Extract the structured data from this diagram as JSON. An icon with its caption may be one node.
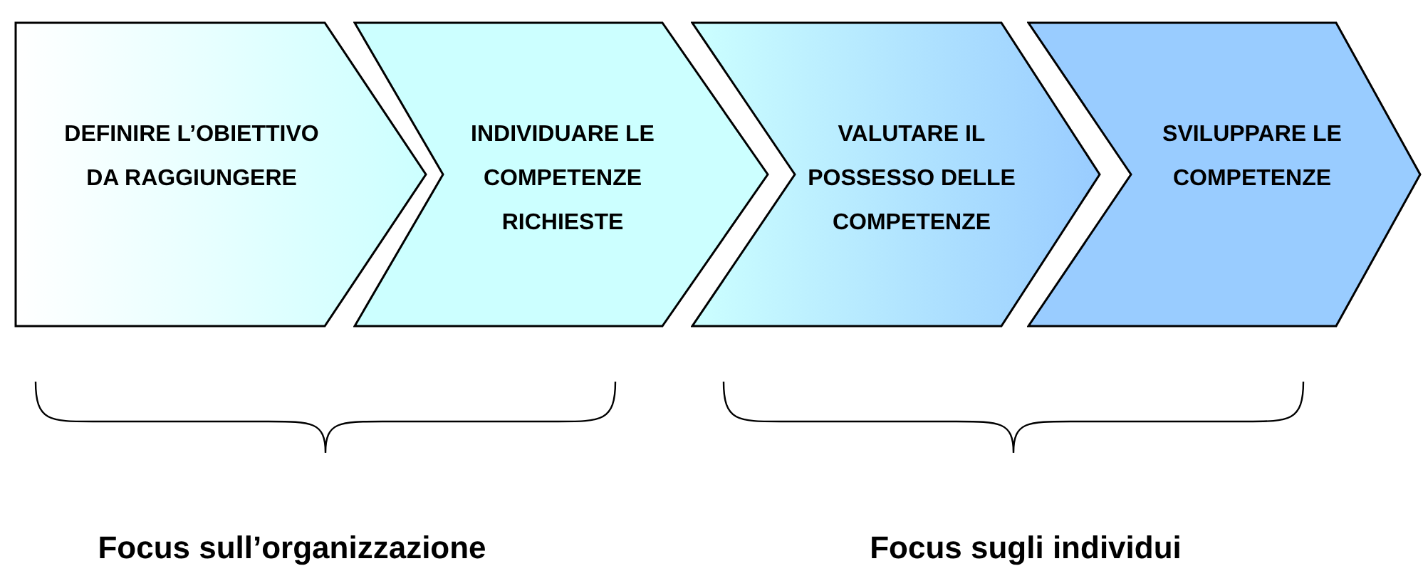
{
  "diagram": {
    "nodes": [
      {
        "text": [
          "DEFINIRE L’OBIETTIVO DA RAGGIUNGERE"
        ]
      },
      {
        "text": [
          "INDIVIDUARE LE COMPETENZE RICHIESTE"
        ]
      },
      {
        "text": [
          "VALUTARE IL POSSESSO DELLE COMPETENZE"
        ]
      },
      {
        "text": [
          "SVILUPPARE LE COMPETENZE"
        ]
      }
    ],
    "labels": [
      "Focus sull’organizzazione",
      "Focus sugli individui"
    ]
  }
}
